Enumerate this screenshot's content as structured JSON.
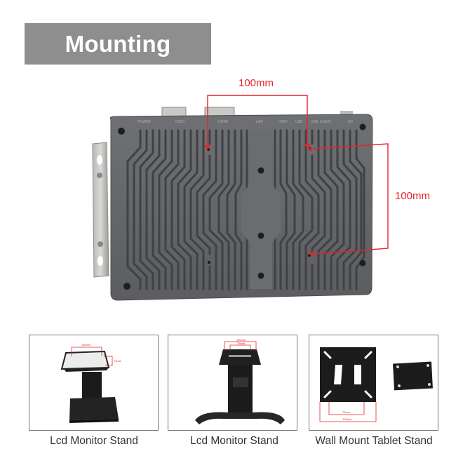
{
  "header": {
    "title": "Mounting",
    "background_color": "#8e8e8e",
    "text_color": "#ffffff"
  },
  "main_figure": {
    "subject": "fanless mini PC with finned aluminum heatsink and side mounting bracket",
    "annotation_color": "#e8232a",
    "horizontal_dimension": "100mm",
    "vertical_dimension": "100mm",
    "port_labels": [
      "POWER",
      "COM1",
      "COM2",
      "LAN",
      "HDMI",
      "USB",
      "USB",
      "AUDIO",
      "DC"
    ]
  },
  "products": [
    {
      "caption": "Lcd Monitor Stand",
      "dimension_labels": [
        "100mm",
        "75mm"
      ]
    },
    {
      "caption": "Lcd Monitor Stand",
      "dimension_labels": [
        "100mm",
        "75mm"
      ]
    },
    {
      "caption": "Wall Mount Tablet Stand",
      "dimension_labels": [
        "75mm",
        "100mm"
      ]
    }
  ]
}
